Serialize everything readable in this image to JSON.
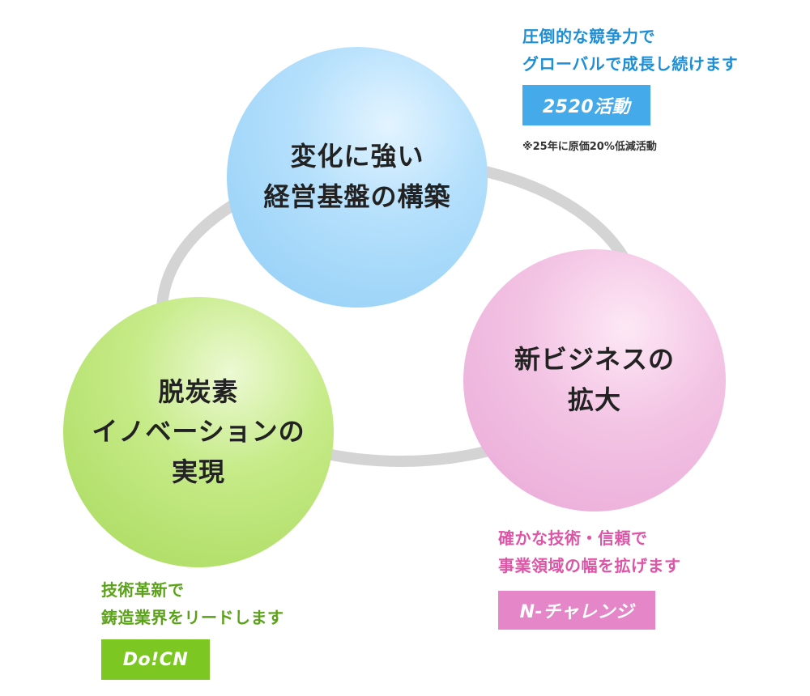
{
  "circles": {
    "blue": {
      "lines": [
        "変化に強い",
        "経営基盤の構築"
      ]
    },
    "green": {
      "lines": [
        "脱炭素",
        "イノベーションの",
        "実現"
      ]
    },
    "pink": {
      "lines": [
        "新ビジネスの",
        "拡大"
      ]
    }
  },
  "captions": {
    "blue": [
      "圧倒的な競争力で",
      "グローバルで成長し続けます"
    ],
    "pink": [
      "確かな技術・信頼で",
      "事業領域の幅を拡げます"
    ],
    "green": [
      "技術革新で",
      "鋳造業界をリードします"
    ]
  },
  "tags": {
    "blue": "2520活動",
    "pink": "N-チャレンジ",
    "green": "Do!CN"
  },
  "note": "※25年に原価20%低減活動",
  "colors": {
    "blue_text": "#1d8fd6",
    "pink_text": "#de55a7",
    "green_text": "#5aa218",
    "ring": "#d4d4d4"
  }
}
